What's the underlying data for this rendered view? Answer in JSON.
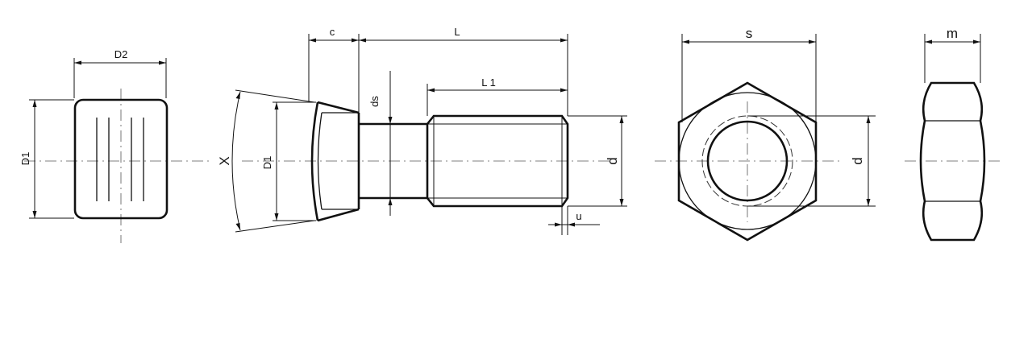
{
  "labels": {
    "d2": "D2",
    "d1_washer": "D1",
    "x": "X",
    "d1_bolt": "D1",
    "c": "c",
    "l": "L",
    "ds": "ds",
    "l1": "L 1",
    "d_bolt": "d",
    "u": "u",
    "s": "s",
    "d_nut": "d",
    "m": "m"
  },
  "views": [
    "washer-end-view",
    "bolt-side-view",
    "nut-top-view",
    "nut-side-view"
  ]
}
